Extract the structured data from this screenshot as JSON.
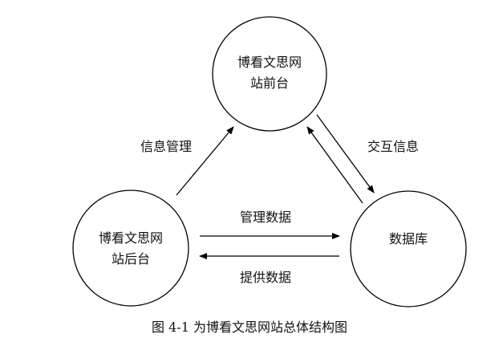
{
  "nodes": {
    "front": {
      "line1": "博看文思网",
      "line2": "站前台"
    },
    "back": {
      "line1": "博看文思网",
      "line2": "站后台"
    },
    "db": {
      "label": "数据库"
    }
  },
  "edges": {
    "info_manage": "信息管理",
    "interaction": "交互信息",
    "manage_data": "管理数据",
    "provide_data": "提供数据"
  },
  "caption": "图 4-1 为博看文思网站总体结构图",
  "colors": {
    "stroke": "#000000",
    "text": "#111111",
    "background": "#ffffff"
  }
}
